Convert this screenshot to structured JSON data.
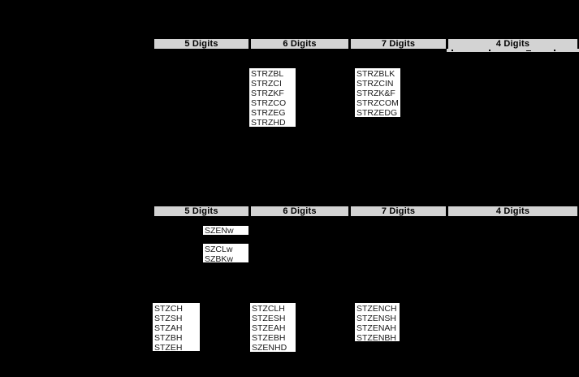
{
  "colors": {
    "background": "#000000",
    "header_fill": "#d3d3d3",
    "header_text": "#000000",
    "box_fill": "#ffffff",
    "box_text": "#1a1a1a",
    "border": "#000000"
  },
  "column_headers": [
    "5 Digits",
    "6 Digits",
    "7 Digits",
    "4 Digits"
  ],
  "section1": {
    "six_digit_codes": [
      "STRZBL",
      "STRZCI",
      "STRZKF",
      "STRZCO",
      "STRZEG",
      "STRZHD"
    ],
    "seven_digit_codes": [
      "STRZBLK",
      "STRZCIN",
      "STRZK&F",
      "STRZCOM",
      "STRZEDG"
    ]
  },
  "section2": {
    "szen_codes": [
      "SZENw"
    ],
    "szcl_szbk_codes": [
      "SZCLw",
      "SZBKw"
    ],
    "five_digit_codes": [
      "STZCH",
      "STZSH",
      "STZAH",
      "STZBH",
      "STZEH"
    ],
    "six_digit_codes": [
      "STZCLH",
      "STZESH",
      "STZEAH",
      "STZEBH",
      "SZENHD"
    ],
    "seven_digit_codes": [
      "STZENCH",
      "STZENSH",
      "STZENAH",
      "STZENBH"
    ]
  }
}
